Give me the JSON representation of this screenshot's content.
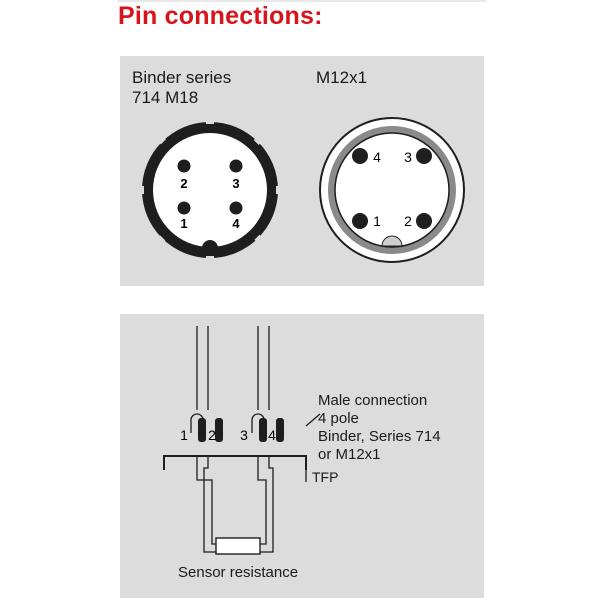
{
  "header": {
    "title": "Pin connections:"
  },
  "connectors": {
    "binder": {
      "line1": "Binder series",
      "line2": "714 M18",
      "pins": [
        "1",
        "2",
        "3",
        "4"
      ]
    },
    "m12": {
      "label": "M12x1",
      "pins": [
        "1",
        "2",
        "3",
        "4"
      ]
    }
  },
  "wiring": {
    "pin_labels": [
      "1",
      "2",
      "3",
      "4"
    ],
    "description": [
      "Male connection",
      "4 pole",
      "Binder, Series 714",
      "or M12x1"
    ],
    "housing_label": "TFP",
    "resistor_label": "Sensor resistance"
  }
}
